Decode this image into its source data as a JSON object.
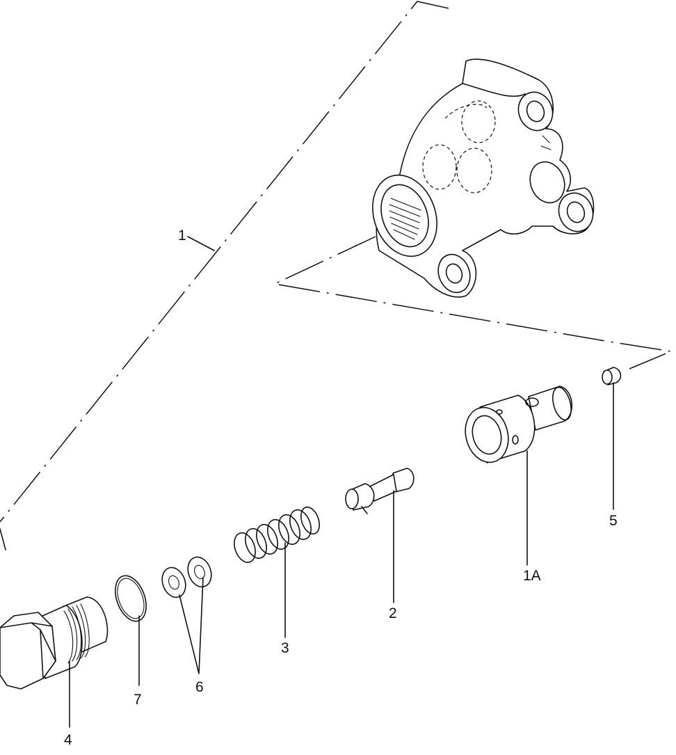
{
  "labels": {
    "l1": "1",
    "l1a": "1A",
    "l2": "2",
    "l3": "3",
    "l4": "4",
    "l5": "5",
    "l6": "6",
    "l7": "7"
  }
}
